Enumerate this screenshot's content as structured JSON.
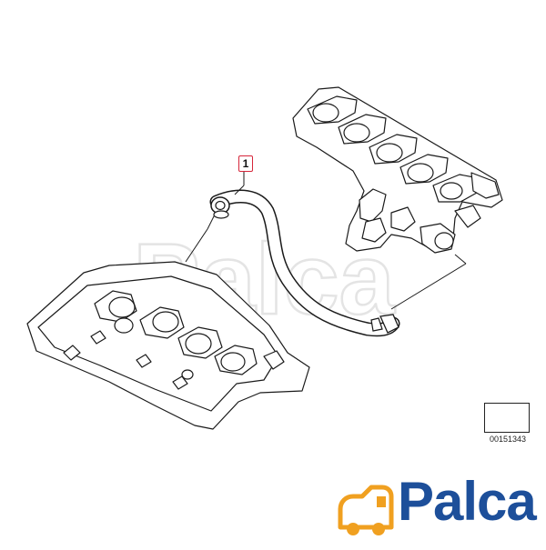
{
  "diagram": {
    "callout_number": "1",
    "reference_number": "00151343"
  },
  "watermark": {
    "text": "Palca"
  },
  "brand": {
    "name": "Palca",
    "colors": {
      "primary_blue": "#1d4f9a",
      "accent_orange": "#f0a020"
    }
  },
  "colors": {
    "callout_border": "#d6263a",
    "line_art": "#1a1a1a",
    "watermark": "#e6e6e6"
  },
  "icons": {
    "reference": "arrow-reference-icon",
    "logo": "car-logo-icon"
  }
}
